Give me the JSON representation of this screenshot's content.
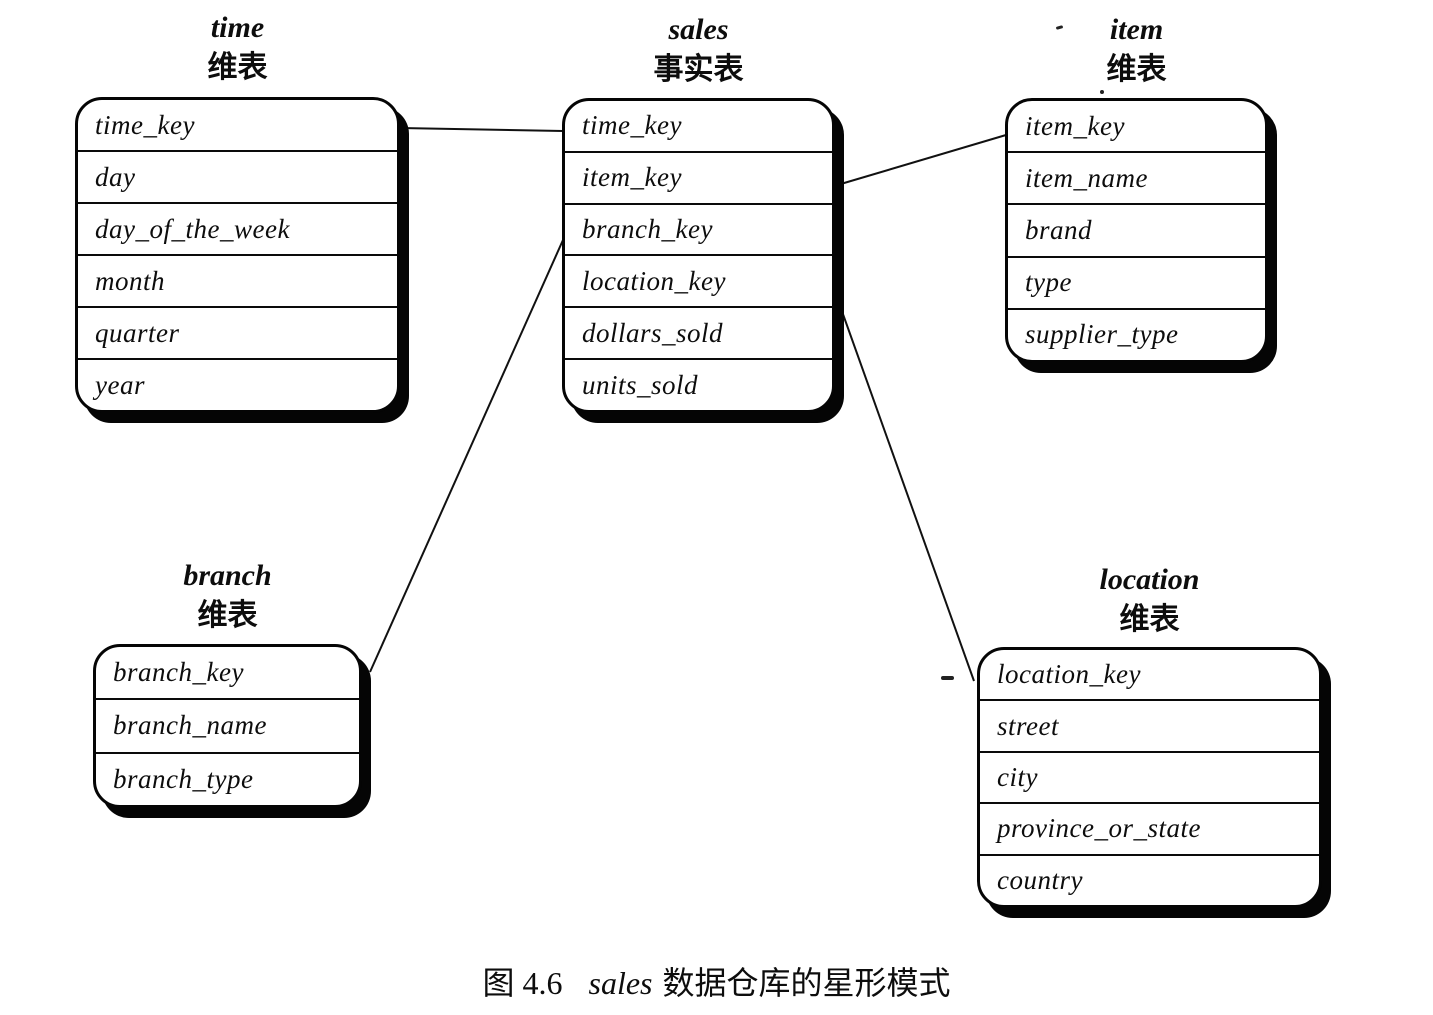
{
  "figure_caption": {
    "label": "图 4.6",
    "schema_table": "sales",
    "text": "数据仓库的星形模式"
  },
  "tables": {
    "time": {
      "name": "time",
      "kind": "维表",
      "fields": [
        "time_key",
        "day",
        "day_of_the_week",
        "month",
        "quarter",
        "year"
      ]
    },
    "sales": {
      "name": "sales",
      "kind": "事实表",
      "fields": [
        "time_key",
        "item_key",
        "branch_key",
        "location_key",
        "dollars_sold",
        "units_sold"
      ]
    },
    "item": {
      "name": "item",
      "kind": "维表",
      "fields": [
        "item_key",
        "item_name",
        "brand",
        "type",
        "supplier_type"
      ]
    },
    "branch": {
      "name": "branch",
      "kind": "维表",
      "fields": [
        "branch_key",
        "branch_name",
        "branch_type"
      ]
    },
    "location": {
      "name": "location",
      "kind": "维表",
      "fields": [
        "location_key",
        "street",
        "city",
        "province_or_state",
        "country"
      ]
    }
  },
  "relationships": [
    {
      "from": "sales.time_key",
      "to": "time.time_key"
    },
    {
      "from": "sales.item_key",
      "to": "item.item_key"
    },
    {
      "from": "sales.branch_key",
      "to": "branch.branch_key"
    },
    {
      "from": "sales.location_key",
      "to": "location.location_key"
    }
  ],
  "colors": {
    "ink": "#0d0d0d",
    "paper": "#ffffff"
  }
}
